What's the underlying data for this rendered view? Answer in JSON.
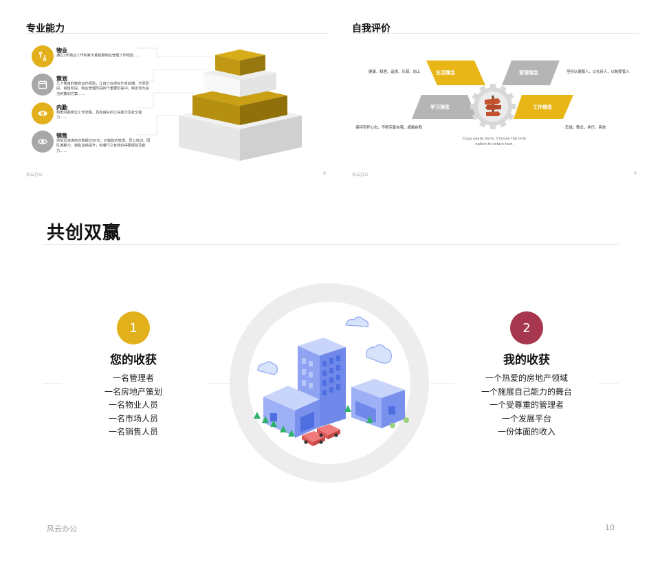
{
  "slide8": {
    "title": "专业能力",
    "footer": "风云办公",
    "page_number": "8",
    "skills": [
      {
        "name": "物业",
        "desc": "通过2年物业工作积累大量前期物业管理工作经验……",
        "icon": "route-icon",
        "color": "#e2b01b"
      },
      {
        "name": "策划",
        "desc": "几个楼盘的策划运作经验，让自己在项目开发前期、开发阶段、销售阶段、物业管理阶段四个重要阶段中，制定较为妥当的策划方案……",
        "icon": "calendar-icon",
        "color": "#a7a7a7"
      },
      {
        "name": "内勤",
        "desc": "熟悉内勤岗位工作流程，具有良好的公关能力及社交能力……",
        "icon": "eye-icon",
        "color": "#e2b01b"
      },
      {
        "name": "销售",
        "desc": "培训及演讲的次数超过50次，对销售的管理、员工培训、团队凝聚力、销售业绩提升，有着行之有效的得团经验及能力……",
        "icon": "eye-closed-icon",
        "color": "#a7a7a7"
      }
    ],
    "pyramid_colors": {
      "gold": "#d3a715",
      "gold_dark": "#a07e0c",
      "white": "#f3f3f3",
      "gray": "#d8d8d8"
    }
  },
  "slide9": {
    "title": "自我评价",
    "footer": "风云办公",
    "page_number": "9",
    "concepts": {
      "life": "生活理念",
      "manage": "管理理念",
      "learn": "学习理念",
      "work": "工作理念"
    },
    "texts": {
      "life": "健康、和睦、追求、乐观、向上",
      "manage": "坚持以德服人，以礼待人，以制度管人",
      "learn": "保持空杯心态，不断完善自我，超越自我",
      "work": "忠诚，敬业，执行，高效"
    },
    "copy_note": "Copy paste fonts. Choose the only option to retain text.",
    "colors": {
      "yellow": "#e8b617",
      "gray": "#b5b5b5"
    }
  },
  "slide10": {
    "title": "共创双赢",
    "footer": "风云办公",
    "page_number": "10",
    "left": {
      "number": "1",
      "title": "您的收获",
      "items": [
        "一名管理者",
        "一名房地产策划",
        "一名物业人员",
        "一名市场人员",
        "一名销售人员"
      ],
      "color": "#e2b01b"
    },
    "right": {
      "number": "2",
      "title": "我的收获",
      "items": [
        "一个热爱的房地产领域",
        "一个施展自己能力的舞台",
        "一个受尊重的管理者",
        "一个发展平台",
        "一份体面的收入"
      ],
      "color": "#a6374f"
    },
    "illustration": "office-building-illustration"
  }
}
